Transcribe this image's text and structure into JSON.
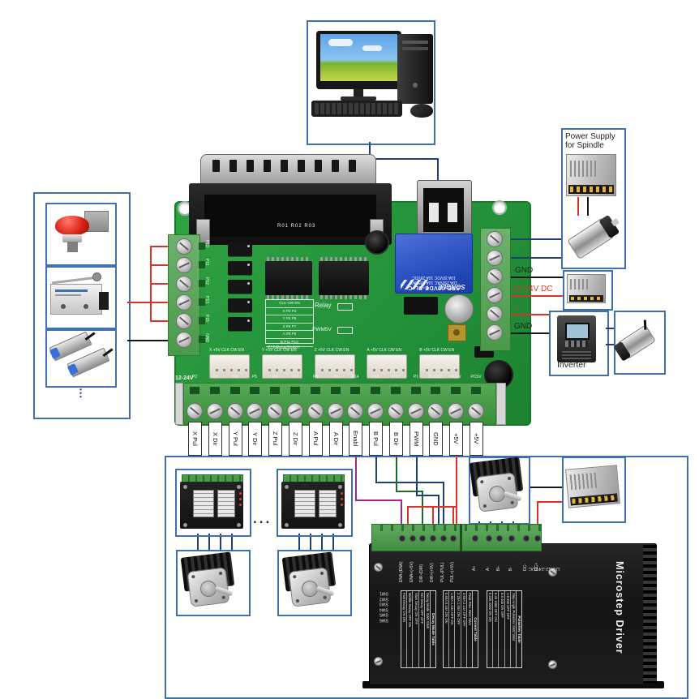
{
  "colors": {
    "box_border": "#3f72ad",
    "wire_red": "#e03127",
    "wire_black": "#151515",
    "wire_navy": "#1f3f77",
    "wire_purple": "#a0288f",
    "wire_green": "#1f6b2d",
    "pcb_green": "#2fa341",
    "relay_blue": "#2f55c4"
  },
  "left_panel": {
    "ellipsis": "⋮"
  },
  "right_panel": {
    "spindle_psu_title": [
      "Power Supply",
      "for Spindle"
    ],
    "gnd_top": "GND",
    "supply": "12-24V DC",
    "plus": "+",
    "gnd_bottom": "GND",
    "inverter": "Inverter"
  },
  "signals": [
    "X Pul",
    "X Dir",
    "Y Pul",
    "Y Dir",
    "Z Pul",
    "Z Dir",
    "A Pul",
    "A Dir",
    "Enabl",
    "B Pul",
    "B Dir",
    "PWM",
    "GND",
    "+5V",
    "+5V"
  ],
  "board": {
    "relay": {
      "line1": "SRD-05VDC-SL-C",
      "line2": "10A 250VAC  10A 125VAC",
      "line3": "10A 30VDC  10A 28VDC",
      "brand": "SONGLE"
    },
    "silk": {
      "rlabels": "R01   R02   R03",
      "relay": "Relay",
      "pwm": "PWM5V",
      "p17": "P17-Relay/M-4xH",
      "supply": "12-24V"
    },
    "pin_table": [
      "CLK CW EN",
      "X P2 P3",
      "Y P4 P5",
      "Z P6 P7",
      "A P8 P9",
      "B P11 P1X"
    ],
    "left_pins": [
      "P10",
      "P11",
      "P12",
      "P13",
      "P15",
      "GND"
    ],
    "jst_labels": [
      "X +5V CLK CW EN",
      "Y +5V CLK CW EN",
      "Z +5V CLK CW EN",
      "A +5V CLK CW EN",
      "B +5V CLK CW EN"
    ],
    "bottom_pins": [
      "P2",
      "P3",
      "P4",
      "P5",
      "P6",
      "P7",
      "P8",
      "P9",
      "P14",
      "P16",
      "P17",
      "P1",
      "PCGND",
      "PC5V",
      "PC5V"
    ]
  },
  "bottom_panel": {
    "ellipsis": "..."
  },
  "driver": {
    "title": "Microstep Driver",
    "dc": "DC:12-24VDC",
    "left_terminals": [
      "ENA-(ENA)",
      "ENA+(+5V)",
      "DIR-(DIR)",
      "DIR+(+5V)",
      "PUL-(PUL)",
      "PUL+(+5V)"
    ],
    "right_terminals": [
      "A+",
      "A-",
      "B+",
      "B-",
      "DC-",
      "DC+"
    ],
    "sw": [
      "SW1",
      "SW2",
      "SW3",
      "SW4",
      "SW5",
      "SW6"
    ],
    "decay_table": {
      "title": "Decay Mode Table",
      "header": "Decay Mode   SW5 SW6",
      "rows": [
        "NO Decay   OFF OFF",
        "Slow Decay   ON OFF",
        "Middle Decay  OFF ON",
        "Fast Decay   ON ON"
      ]
    },
    "current_table": {
      "title": "Current Table",
      "header": "Peak   Rms   SW3 SW4",
      "rows": [
        "3.65A 2.14A OFF OFF",
        "2.25A 1.60A ON OFF",
        "1.85A 1.43A OFF ON",
        "0.65A 0.43A ON ON"
      ]
    },
    "pulse_table": {
      "title": "Pulse/rev Table",
      "header": "Step Angle Pulse/rev SW1 SW2",
      "rows": [
        "1.8   200   OFF OFF",
        "0.9   400   ON OFF",
        "0.45  1600  OFF ON",
        "0.225 3200  ON ON"
      ]
    }
  }
}
